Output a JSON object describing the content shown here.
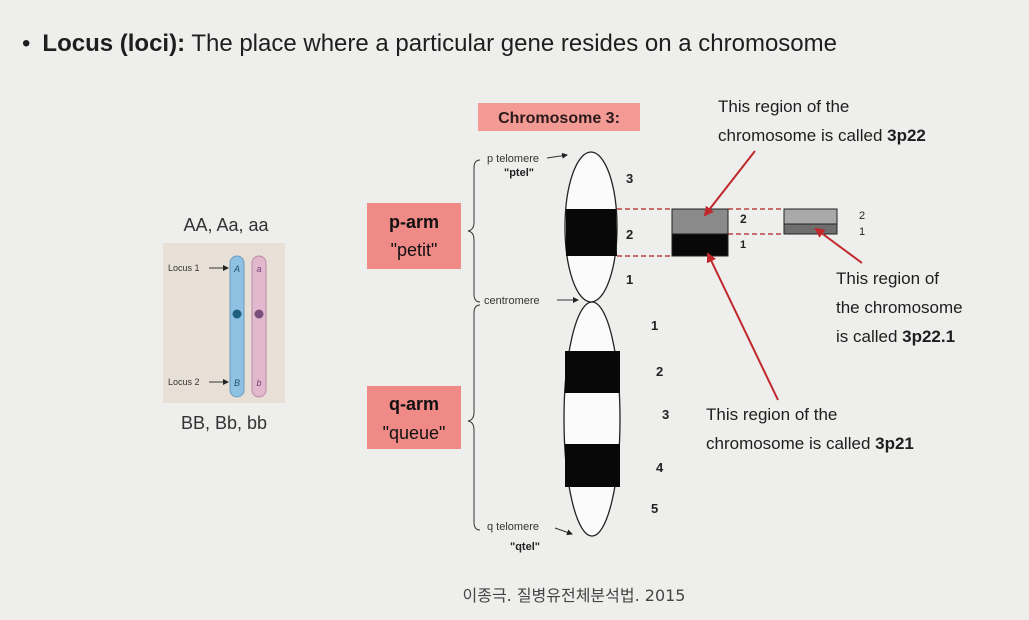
{
  "headline": {
    "term": "Locus (loci):",
    "definition": "The place where a particular gene resides on a chromosome"
  },
  "locus_figure": {
    "top_genotypes": "AA, Aa, aa",
    "bottom_genotypes": "BB, Bb, bb",
    "locus1_label": "Locus 1",
    "locus2_label": "Locus 2",
    "allele_A": "A",
    "allele_a": "a",
    "allele_B": "B",
    "allele_b": "b"
  },
  "chromosome": {
    "title": "Chromosome 3:",
    "p_arm_line1": "p-arm",
    "p_arm_line2": "\"petit\"",
    "q_arm_line1": "q-arm",
    "q_arm_line2": "\"queue\"",
    "p_telomere_line1": "p telomere",
    "p_telomere_line2": "\"ptel\"",
    "centromere": "centromere",
    "q_telomere_line1": "q telomere",
    "q_telomere_line2": "\"qtel\"",
    "p_bands": [
      "3",
      "2",
      "1"
    ],
    "q_bands": [
      "1",
      "2",
      "3",
      "4",
      "5"
    ],
    "zoom1_bands": [
      "2",
      "1"
    ],
    "zoom2_bands": [
      "2",
      "1"
    ]
  },
  "callouts": {
    "c3p22_line1": "This region of the",
    "c3p22_line2": "chromosome is called ",
    "c3p22_code": "3p22",
    "c3p221_line1": "This region of",
    "c3p221_line2": "the chromosome",
    "c3p221_line3": "is called ",
    "c3p221_code": "3p22.1",
    "c3p21_line1": "This region of the",
    "c3p21_line2": "chromosome is called ",
    "c3p21_code": "3p21"
  },
  "citation": "이종극. 질병유전체분석법. 2015",
  "colors": {
    "salmon": "#f08a86",
    "title_box": "#f49a94",
    "arrow_red": "#c0282c",
    "band_black": "#080808",
    "band_gray": "#8a8a8a",
    "chrom_A": "#8fc1e3",
    "chrom_a": "#e2b8cf"
  }
}
